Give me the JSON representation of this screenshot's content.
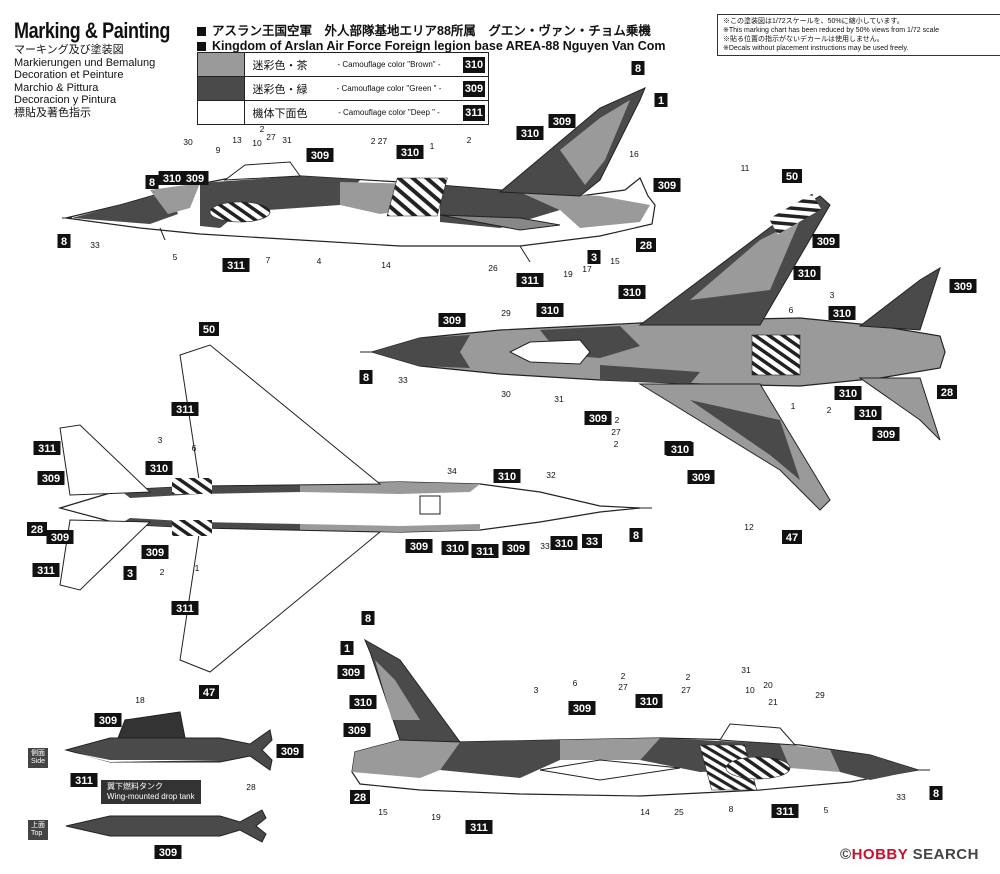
{
  "title": {
    "main": "Marking & Painting",
    "subtitles": [
      "マーキング及び塗装図",
      "Markierungen und Bemalung",
      "Decoration et Peinture",
      "Marchio & Pittura",
      "Decoracion y Pintura",
      "標貼及著色指示"
    ]
  },
  "heading": {
    "jp": "アスラン王国空軍　外人部隊基地エリア88所属　グエン・ヴァン・チョム乗機",
    "en": "Kingdom of Arslan Air Force Foreign legion base AREA-88 Nguyen Van Com"
  },
  "legend": [
    {
      "jp": "迷彩色・茶",
      "en": "- Camouflage color \"Brown\" -",
      "code": "310",
      "color": "#9a9a9a"
    },
    {
      "jp": "迷彩色・緑",
      "en": "- Camouflage color \"Green \" -",
      "code": "309",
      "color": "#4a4a4a"
    },
    {
      "jp": "機体下面色",
      "en": "- Camouflage color \"Deep \" -",
      "code": "311",
      "color": "#ffffff"
    }
  ],
  "notes": [
    "※この塗装図は1/72スケールを、50%に縮小しています。",
    "※This marking chart has been reduced by 50% views from 1/72 scale",
    "※貼る位置の指示がないデカールは使用しません。",
    "※Decals without placement instructions may be used freely."
  ],
  "tank_labels": {
    "side_jp": "側面",
    "side_en": "Side",
    "top_jp": "上面",
    "top_en": "Top",
    "tank_jp": "翼下燃料タンク",
    "tank_en": "Wing-mounted drop tank"
  },
  "brand": {
    "prefix": "©",
    "red": "HOBBY",
    "rest": " SEARCH"
  },
  "colors": {
    "brown": "#9a9a9a",
    "green": "#4a4a4a",
    "deep": "#ffffff",
    "outline": "#222222"
  },
  "boxed_callouts": [
    {
      "t": "8"
    },
    {
      "t": "1"
    },
    {
      "t": "310"
    },
    {
      "t": "309"
    },
    {
      "t": "309"
    },
    {
      "t": "310"
    },
    {
      "t": "8"
    },
    {
      "t": "310"
    },
    {
      "t": "309"
    },
    {
      "t": "309"
    },
    {
      "t": "8"
    },
    {
      "t": "311"
    },
    {
      "t": "311"
    },
    {
      "t": "3"
    },
    {
      "t": "28"
    },
    {
      "t": "50"
    },
    {
      "t": "309"
    },
    {
      "t": "310"
    },
    {
      "t": "310"
    },
    {
      "t": "309"
    },
    {
      "t": "310"
    },
    {
      "t": "309"
    },
    {
      "t": "310"
    },
    {
      "t": "310"
    },
    {
      "t": "8"
    },
    {
      "t": "309"
    },
    {
      "t": "310"
    },
    {
      "t": "28"
    },
    {
      "t": "310"
    },
    {
      "t": "309"
    },
    {
      "t": "310"
    },
    {
      "t": "309"
    },
    {
      "t": "47"
    },
    {
      "t": "50"
    },
    {
      "t": "311"
    },
    {
      "t": "311"
    },
    {
      "t": "310"
    },
    {
      "t": "309"
    },
    {
      "t": "28"
    },
    {
      "t": "309"
    },
    {
      "t": "311"
    },
    {
      "t": "3"
    },
    {
      "t": "309"
    },
    {
      "t": "311"
    },
    {
      "t": "47"
    },
    {
      "t": "310"
    },
    {
      "t": "309"
    },
    {
      "t": "310"
    },
    {
      "t": "311"
    },
    {
      "t": "309"
    },
    {
      "t": "310"
    },
    {
      "t": "33"
    },
    {
      "t": "8"
    },
    {
      "t": "8"
    },
    {
      "t": "1"
    },
    {
      "t": "309"
    },
    {
      "t": "310"
    },
    {
      "t": "309"
    },
    {
      "t": "310"
    },
    {
      "t": "309"
    },
    {
      "t": "28"
    },
    {
      "t": "311"
    },
    {
      "t": "311"
    },
    {
      "t": "8"
    },
    {
      "t": "309"
    },
    {
      "t": "309"
    },
    {
      "t": "311"
    },
    {
      "t": "309"
    }
  ],
  "plain_callouts": [
    {
      "t": "30"
    },
    {
      "t": "9"
    },
    {
      "t": "13"
    },
    {
      "t": "10"
    },
    {
      "t": "2"
    },
    {
      "t": "27"
    },
    {
      "t": "31"
    },
    {
      "t": "2 27"
    },
    {
      "t": "1"
    },
    {
      "t": "2"
    },
    {
      "t": "16"
    },
    {
      "t": "33"
    },
    {
      "t": "5"
    },
    {
      "t": "7"
    },
    {
      "t": "4"
    },
    {
      "t": "14"
    },
    {
      "t": "26"
    },
    {
      "t": "19"
    },
    {
      "t": "17"
    },
    {
      "t": "15"
    },
    {
      "t": "11"
    },
    {
      "t": "29"
    },
    {
      "t": "6"
    },
    {
      "t": "3"
    },
    {
      "t": "33"
    },
    {
      "t": "30"
    },
    {
      "t": "31"
    },
    {
      "t": "1"
    },
    {
      "t": "2"
    },
    {
      "t": "2"
    },
    {
      "t": "27"
    },
    {
      "t": "2"
    },
    {
      "t": "12"
    },
    {
      "t": "3"
    },
    {
      "t": "6"
    },
    {
      "t": "2"
    },
    {
      "t": "1"
    },
    {
      "t": "34"
    },
    {
      "t": "32"
    },
    {
      "t": "33"
    },
    {
      "t": "3"
    },
    {
      "t": "6"
    },
    {
      "t": "2"
    },
    {
      "t": "27"
    },
    {
      "t": "2"
    },
    {
      "t": "27"
    },
    {
      "t": "31"
    },
    {
      "t": "10"
    },
    {
      "t": "20"
    },
    {
      "t": "21"
    },
    {
      "t": "29"
    },
    {
      "t": "15"
    },
    {
      "t": "19"
    },
    {
      "t": "14"
    },
    {
      "t": "25"
    },
    {
      "t": "8"
    },
    {
      "t": "5"
    },
    {
      "t": "33"
    },
    {
      "t": "18"
    },
    {
      "t": "28"
    }
  ]
}
